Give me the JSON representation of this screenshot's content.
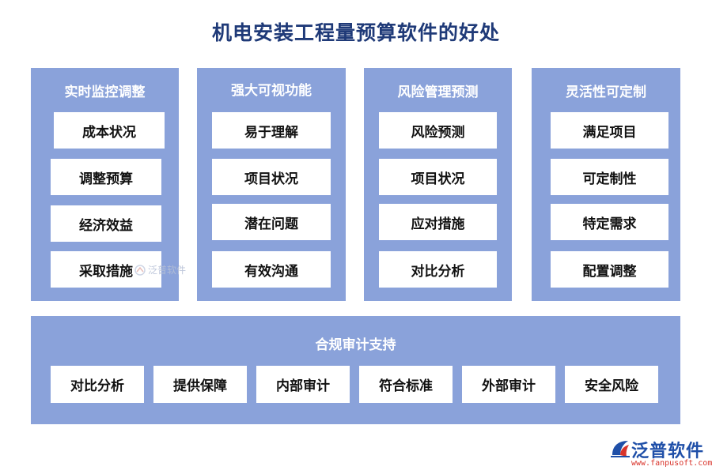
{
  "title": "机电安装工程量预算软件的好处",
  "panels": [
    {
      "title": "实时监控调整",
      "items": [
        "成本状况",
        "调整预算",
        "经济效益",
        "采取措施"
      ]
    },
    {
      "title": "强大可视功能",
      "items": [
        "易于理解",
        "项目状况",
        "潜在问题",
        "有效沟通"
      ]
    },
    {
      "title": "风险管理预测",
      "items": [
        "风险预测",
        "项目状况",
        "应对措施",
        "对比分析"
      ]
    },
    {
      "title": "灵活性可定制",
      "items": [
        "满足项目",
        "可定制性",
        "特定需求",
        "配置调整"
      ]
    }
  ],
  "bottom": {
    "title": "合规审计支持",
    "items": [
      "对比分析",
      "提供保障",
      "内部审计",
      "符合标准",
      "外部审计",
      "安全风险"
    ]
  },
  "watermark": "泛普软件",
  "logo": {
    "name": "泛普软件",
    "url": "www.fanpusoft.com"
  },
  "colors": {
    "panel": "#8aa2da",
    "title": "#1f3a78",
    "logo": "#1f4fa8",
    "url": "#d9342b"
  }
}
